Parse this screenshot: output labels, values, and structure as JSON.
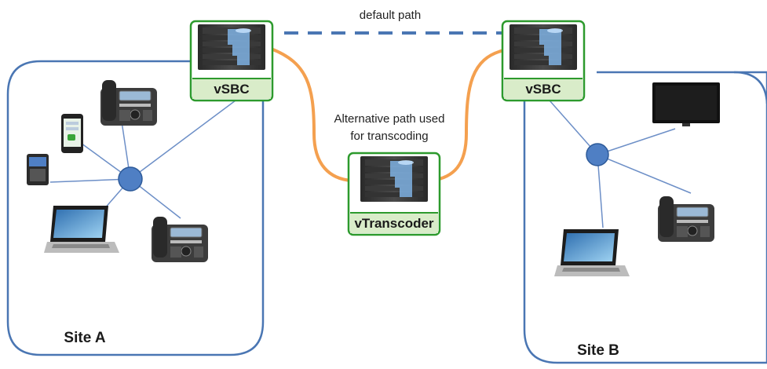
{
  "labels": {
    "default_path": "default path",
    "alt_path_line1": "Alternative path used",
    "alt_path_line2": "for transcoding"
  },
  "nodes": {
    "vsbc_left": "vSBC",
    "vsbc_right": "vSBC",
    "vtranscoder": "vTranscoder"
  },
  "sites": {
    "site_a": "Site A",
    "site_b": "Site B"
  },
  "devices": {
    "site_a": [
      "desk-phone",
      "smartphone",
      "pda-phone",
      "laptop",
      "desk-phone"
    ],
    "site_b": [
      "tv-monitor",
      "desk-phone",
      "laptop"
    ]
  },
  "colors": {
    "site_border": "#4a76b3",
    "hub_fill": "#4f7fc4",
    "node_border": "#2d9a2d",
    "node_label_bg": "#d9ecc9",
    "alt_path": "#f4a04f",
    "default_path": "#4a76b3",
    "link": "#6d8fc7"
  }
}
